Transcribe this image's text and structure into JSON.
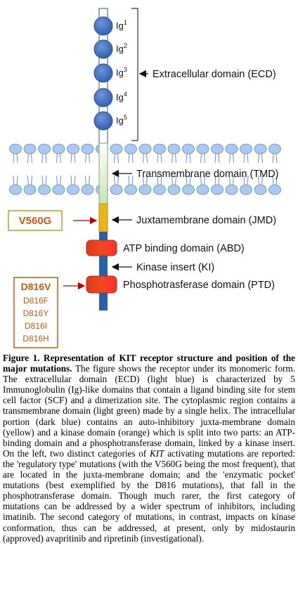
{
  "diagram": {
    "ig_labels": [
      "Ig",
      "Ig",
      "Ig",
      "Ig",
      "Ig"
    ],
    "ig_numbers": [
      "1",
      "2",
      "3",
      "4",
      "5"
    ],
    "domains": {
      "ecd": "Extracellular domain (ECD)",
      "tmd": "Transmembrane domain (TMD)",
      "jmd": "Juxtamembrane domain (JMD)",
      "abd": "ATP binding domain (ABD)",
      "ki": "Kinase insert (KI)",
      "ptd": "Phosphotrasferase domain (PTD)"
    },
    "mutation_jmd": "V560G",
    "mutations_ptd": [
      "D816V",
      "D816F",
      "D816Y",
      "D816I",
      "D816H"
    ],
    "colors": {
      "ecd": "#ffffff",
      "tmd": "#d6ebc6",
      "jmd": "#e8b51c",
      "intracellular": "#2b5fa8",
      "kinase": "#e8361a",
      "ig": "#3f6fc4",
      "lipid": "#a9c9ef",
      "mutation": "#c55a11",
      "arrow_red": "#c00000"
    }
  },
  "caption": {
    "title": "Figure 1. Representation of KIT receptor structure and position of the major mutations.",
    "text_1": " The figure shows the receptor under its monomeric form. The extracellular domain (ECD) (light blue) is characterized by 5 Immunoglobulin (Ig)-like domains that contain a ligand binding site for stem cell factor (SCF) and a dimerization site. The cytoplasmic region contains a transmembrane domain (light green) made by a single helix. The intracellular portion (dark blue) contains an auto-inhibitory juxta-membrane domain (yellow) and a kinase domain (orange) which is split into two parts: an ATP-binding domain and a phosphotransferase domain, linked by a kinase insert.",
    "text_2": " On the left, two distinct categories of ",
    "gene": "KIT",
    "text_3": " activating mutations are reported: the 'regulatory type' mutations (with the V560G being the most frequent), that are located in the juxta-membrane domain; and the 'enzymatic pocket' mutations (best exemplified by the D816 mutations), that fall in the phosphotransferase domain. Though much rarer, the first category of mutations can be addressed by a wider spectrum of inhibitors, including imatinib. The second category of mutations, in contrast, impacts on kinase conformation, thus can be addressed, at present, only by midostaurin (approved) avapritinib and ripretinib (investigational)."
  }
}
